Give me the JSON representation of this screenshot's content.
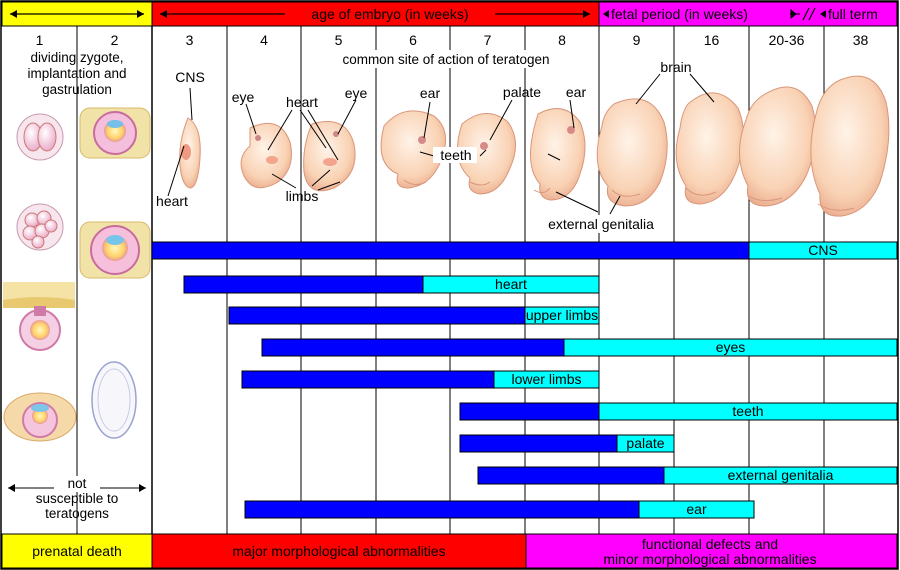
{
  "header": {
    "yellow_label": "",
    "embryo_label": "age of embryo (in weeks)",
    "fetal_label": "fetal period (in weeks)",
    "fullterm_label": "full term"
  },
  "weeks": [
    "1",
    "2",
    "3",
    "4",
    "5",
    "6",
    "7",
    "8",
    "9",
    "16",
    "20-36",
    "38"
  ],
  "captions": {
    "left_line1": "dividing zygote,",
    "left_line2": "implantation and",
    "left_line3": "gastrulation",
    "common_site": "common site of action of teratogen",
    "not_line1": "not",
    "not_line2": "susceptible to",
    "not_line3": "teratogens"
  },
  "organ_labels": {
    "cns": "CNS",
    "heart_top": "heart",
    "heart_left": "heart",
    "eye_a": "eye",
    "eye_b": "eye",
    "limbs": "limbs",
    "ear_a": "ear",
    "ear_b": "ear",
    "teeth": "teeth",
    "palate": "palate",
    "brain": "brain",
    "external_genitalia": "external genitalia"
  },
  "bars": [
    {
      "label": "CNS",
      "start_week": "3",
      "end_week": "16",
      "light_end_week": "38"
    },
    {
      "label": "heart",
      "start_week": "3",
      "end_week": "6",
      "light_end_week": "8"
    },
    {
      "label": "upper limbs",
      "start_week": "4",
      "end_week": "7",
      "light_end_week": "8"
    },
    {
      "label": "eyes",
      "start_week": "4",
      "end_week": "8",
      "light_end_week": "38"
    },
    {
      "label": "lower limbs",
      "start_week": "4",
      "end_week": "7",
      "light_end_week": "8"
    },
    {
      "label": "teeth",
      "start_week": "7",
      "end_week": "8",
      "light_end_week": "38"
    },
    {
      "label": "palate",
      "start_week": "7",
      "end_week": "9",
      "light_end_week": "9"
    },
    {
      "label": "external genitalia",
      "start_week": "7",
      "end_week": "9",
      "light_end_week": "38"
    },
    {
      "label": "ear",
      "start_week": "4",
      "end_week": "9",
      "light_end_week": "16"
    }
  ],
  "footer": {
    "prenatal_death": "prenatal death",
    "major": "major morphological abnormalities",
    "functional_line1": "functional defects and",
    "functional_line2": "minor morphological abnormalities"
  },
  "colors": {
    "yellow": "#ffff00",
    "red": "#ff0000",
    "magenta": "#ff00ff",
    "dark_bar": "#0000ff",
    "light_bar": "#00ffff",
    "embryo_skin": "#f9d2b4"
  }
}
